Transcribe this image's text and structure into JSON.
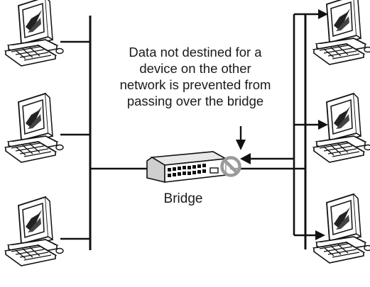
{
  "annotation": {
    "line1": "Data not destined for a",
    "line2": "device on the other",
    "line3": "network is prevented from",
    "line4": "passing over the bridge"
  },
  "bridge": {
    "label": "Bridge"
  },
  "icons": {
    "computer": "desktop-computer-icon",
    "bridge": "network-bridge-icon",
    "blocked": "no-entry-icon"
  },
  "colors": {
    "ink": "#111111",
    "paper": "#ffffff",
    "block": "#9a9a9a"
  }
}
